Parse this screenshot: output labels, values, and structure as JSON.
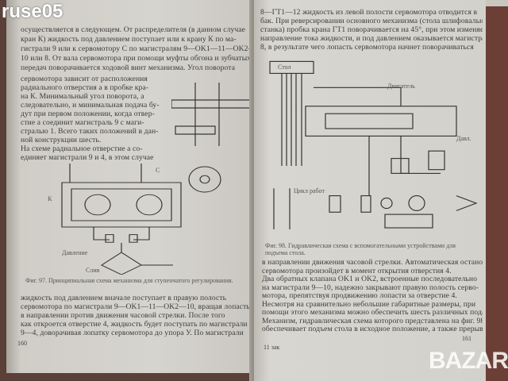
{
  "watermarks": {
    "top_left": "ruse05",
    "bottom_right": "BAZAR"
  },
  "left_page": {
    "top_lines": [
      "осуществляется в следующем. От распределителя (в данном случае",
      "кран К) жидкость под давлением поступает или к крану К по ма-",
      "гистрали 9 или к сервомотору С по магистралям 9—OK1—11—OK2—",
      "10 или 8. От вала сервомотора при помощи муфты обгона и зубчатых",
      "передач поворачивается ходовой винт механизма. Угол поворота"
    ],
    "column_lines": [
      "сервомотора зависит от расположения",
      "радиального отверстия а в пробке кра-",
      "на К. Минимальный угол поворота, а",
      "следовательно, и минимальная подача бу-",
      "дут при первом положении, когда отвер-",
      "стие а соединит магистраль 9 с маги-",
      "стралью 1. Всего таких положений в дан-",
      "ной конструкции шесть.",
      "    На схеме радиальное отверстие а со-",
      "единяет магистрали 9 и 4, в этом случае"
    ],
    "figure_labels": {
      "pressure": "Давление",
      "drain": "Слив",
      "k": "К",
      "c": "С"
    },
    "caption": "Фиг. 97. Принципиальная схема механизма для ступенчатого регулирования.",
    "bottom_lines": [
      "жидкость под давлением вначале поступает в правую полость",
      "сервомотора по магистрали 9—OK1—11—OK2—10, вращая лопасть",
      "в направлении против движения часовой стрелки. После того",
      "как откроется отверстие 4, жидкость будет поступать по магистрали",
      "9—4, доворачивая лопатку сервомотора до упора У. По магистрали"
    ],
    "page_number": "160"
  },
  "right_page": {
    "top_lines": [
      "8—ГТ1—12 жидкость из левой полости сервомотора отводится в",
      "бак. При реверсировании основного механизма (стола шлифовального",
      "станка) пробка крана ГТ1 поворачивается на 45°, при этом изменяется",
      "направление тока жидкости, и под давлением оказывается магистраль",
      "8, в результате чего лопасть сервомотора начнет поворачиваться"
    ],
    "figure_labels": {
      "table": "Стол",
      "motor": "Двигатель",
      "pressure": "Давл.",
      "cycle": "Цикл работ"
    },
    "caption": "Фиг. 98. Гидравлическая схема с вспомогательными устройствами для подъема стола.",
    "bottom_lines": [
      "в направлении движения часовой стрелки. Автоматическая остановка",
      "сервомотора произойдет в момент открытия отверстия 4.",
      "    Два обратных клапана OK1 и OK2, встроенные последовательно",
      "на магистрали 9—10, надежно закрывают правую полость серво-",
      "мотора, препятствуя продвижению лопасти за отверстие 4.",
      "    Несмотря на сравнительно небольшие габаритные размеры, при",
      "помощи этого механизма можно обеспечить шесть различных подач.",
      "    Механизм, гидравлическая схема которого представлена на фиг. 98,",
      "обеспечивает подъем стола в исходное положение, а также прерыв-"
    ],
    "page_number": "161",
    "signature": "11 зак"
  }
}
